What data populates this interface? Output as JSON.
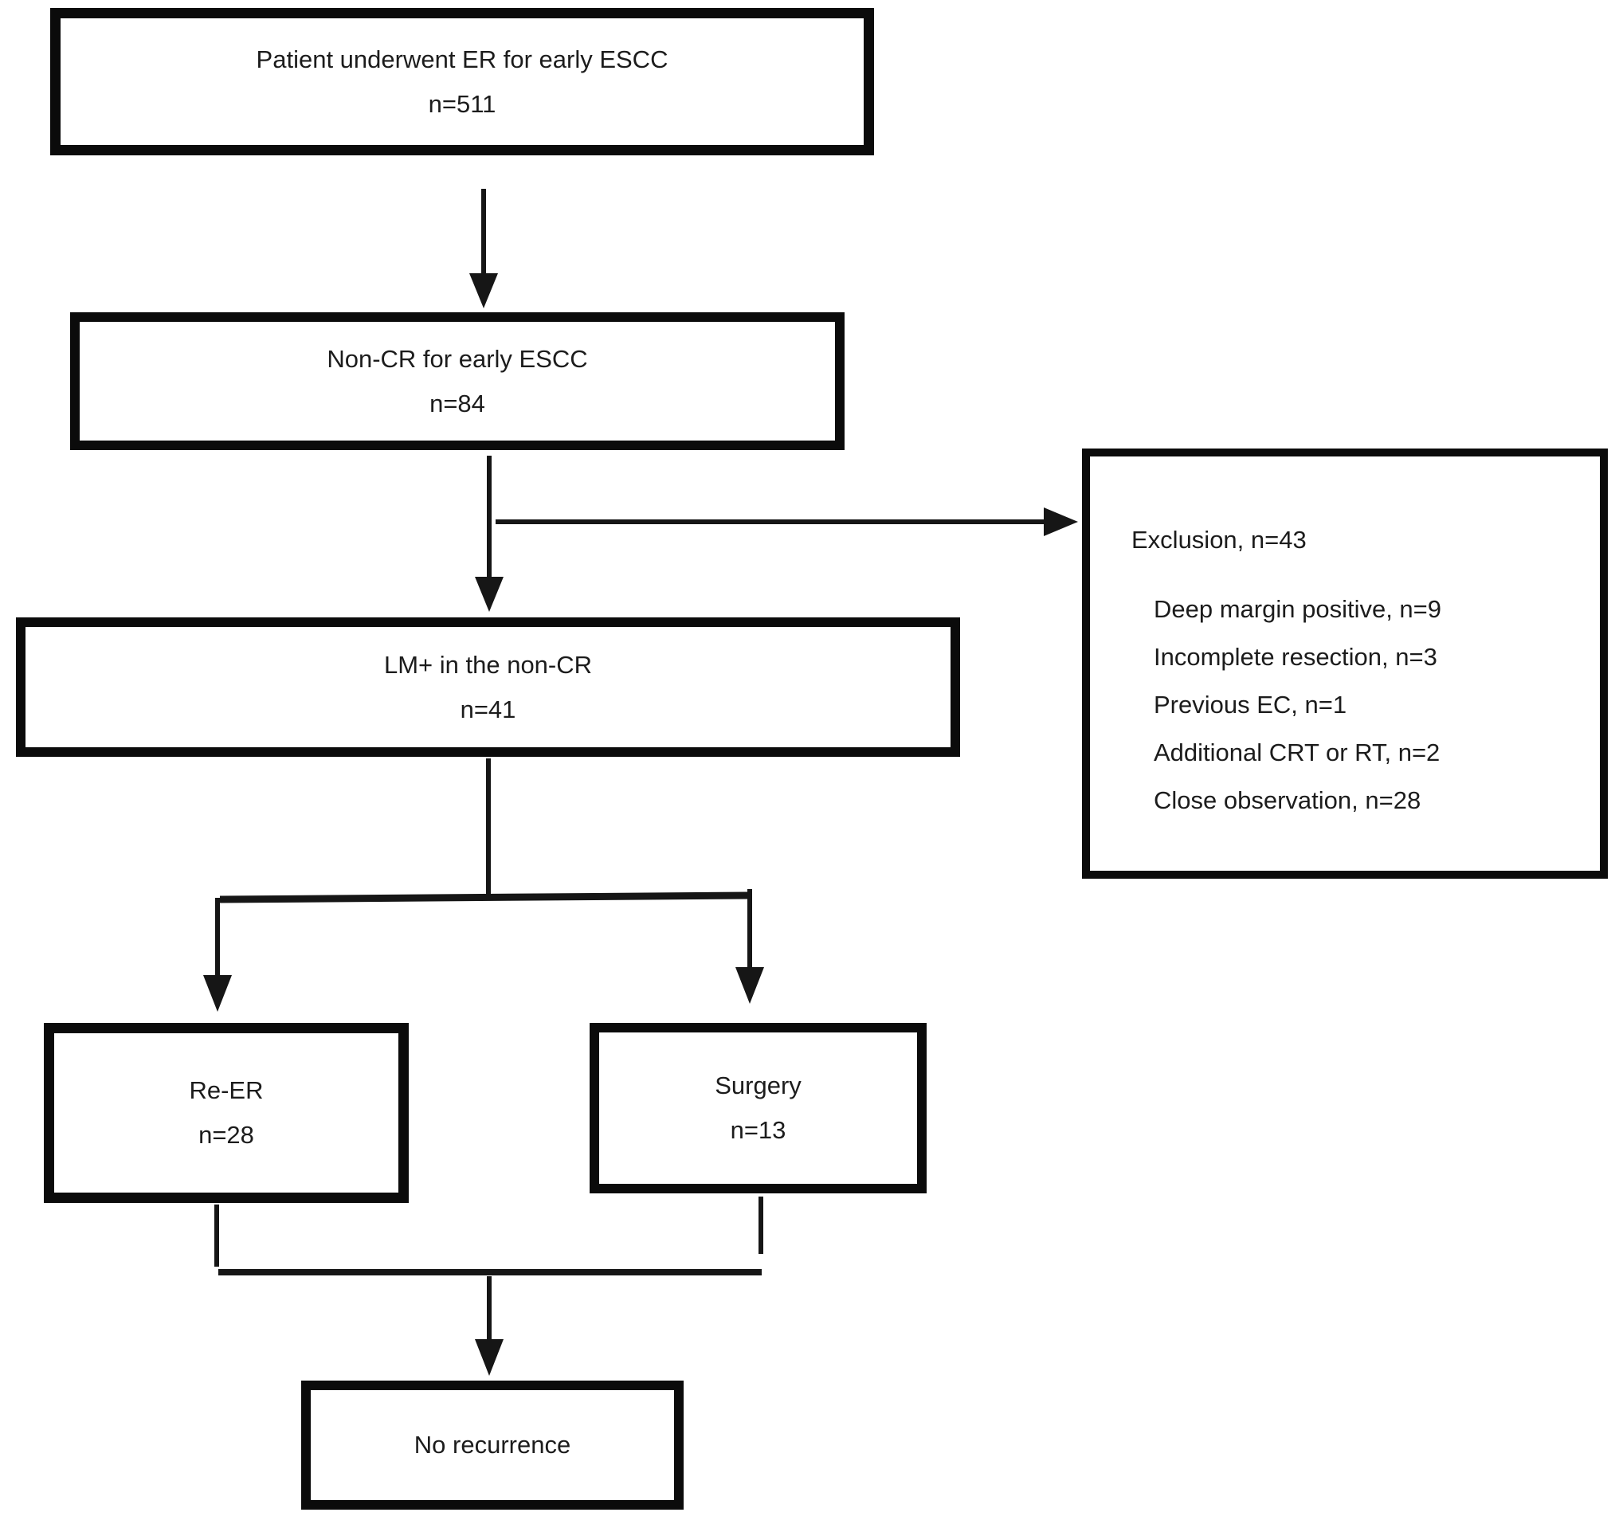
{
  "figure": {
    "type": "flowchart",
    "colors": {
      "background": "#ffffff",
      "box_border": "#0b0b0b",
      "text": "#1c1c1c",
      "connector": "#161616"
    }
  },
  "boxes": {
    "patient_er": {
      "line1": "Patient underwent ER for early ESCC",
      "line2": "n=511"
    },
    "non_cr": {
      "line1": "Non-CR for early ESCC",
      "line2": "n=84"
    },
    "lm_positive": {
      "line1": "LM+ in the non-CR",
      "line2": "n=41"
    },
    "exclusion": {
      "title": "Exclusion, n=43",
      "items": [
        "Deep margin positive, n=9",
        "Incomplete resection, n=3",
        "Previous EC, n=1",
        "Additional CRT or RT, n=2",
        "Close observation, n=28"
      ]
    },
    "re_er": {
      "line1": "Re-ER",
      "line2": "n=28"
    },
    "surgery": {
      "line1": "Surgery",
      "line2": "n=13"
    },
    "no_recurrence": {
      "line1": "No recurrence"
    }
  }
}
